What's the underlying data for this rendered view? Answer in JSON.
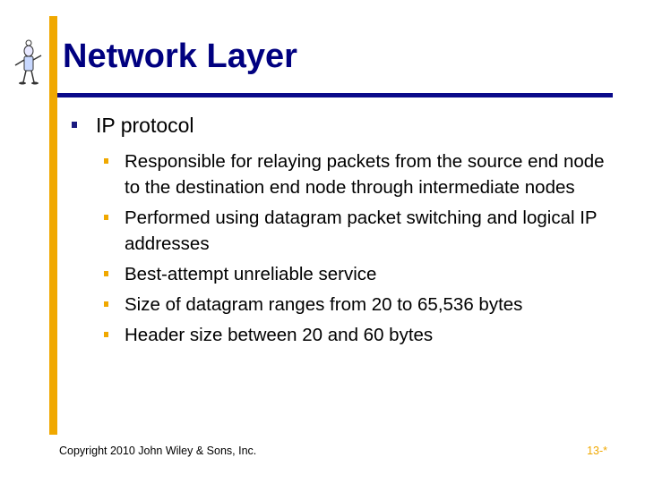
{
  "slide": {
    "title": "Network Layer",
    "level1": "IP protocol",
    "bullets": [
      "Responsible for relaying packets from the source end node to the destination end node through intermediate nodes",
      "Performed using datagram packet switching and logical IP addresses",
      "Best-attempt unreliable service",
      "Size of datagram ranges from 20 to 65,536 bytes",
      "Header size between 20 and 60 bytes"
    ],
    "footer": "Copyright 2010 John Wiley & Sons, Inc.",
    "page_number": "13-*"
  },
  "colors": {
    "accent_bar": "#f0a800",
    "title": "#000080",
    "rule": "#0a0a8a",
    "page_number": "#f0a800"
  }
}
